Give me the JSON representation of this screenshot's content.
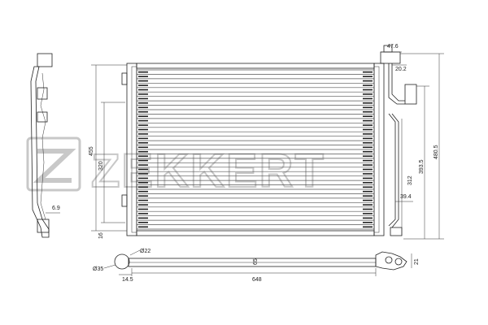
{
  "watermark": {
    "logo_text": "ZEKKERT"
  },
  "dimensions": {
    "d_47_6": "47.6",
    "d_20_2": "20.2",
    "d_455": "455",
    "d_320": "320",
    "d_16": "16",
    "d_6_9": "6.9",
    "d_393_5": "393.5",
    "d_480_5": "480.5",
    "d_312": "312",
    "d_39_4": "39.4",
    "d_22": "Ø22",
    "d_35": "Ø35",
    "d_14_5": "14.5",
    "d_648": "648",
    "d_65": "65",
    "d_21": "21"
  },
  "colors": {
    "line": "#222222",
    "watermark": "#c8c8c8",
    "background": "#ffffff"
  }
}
